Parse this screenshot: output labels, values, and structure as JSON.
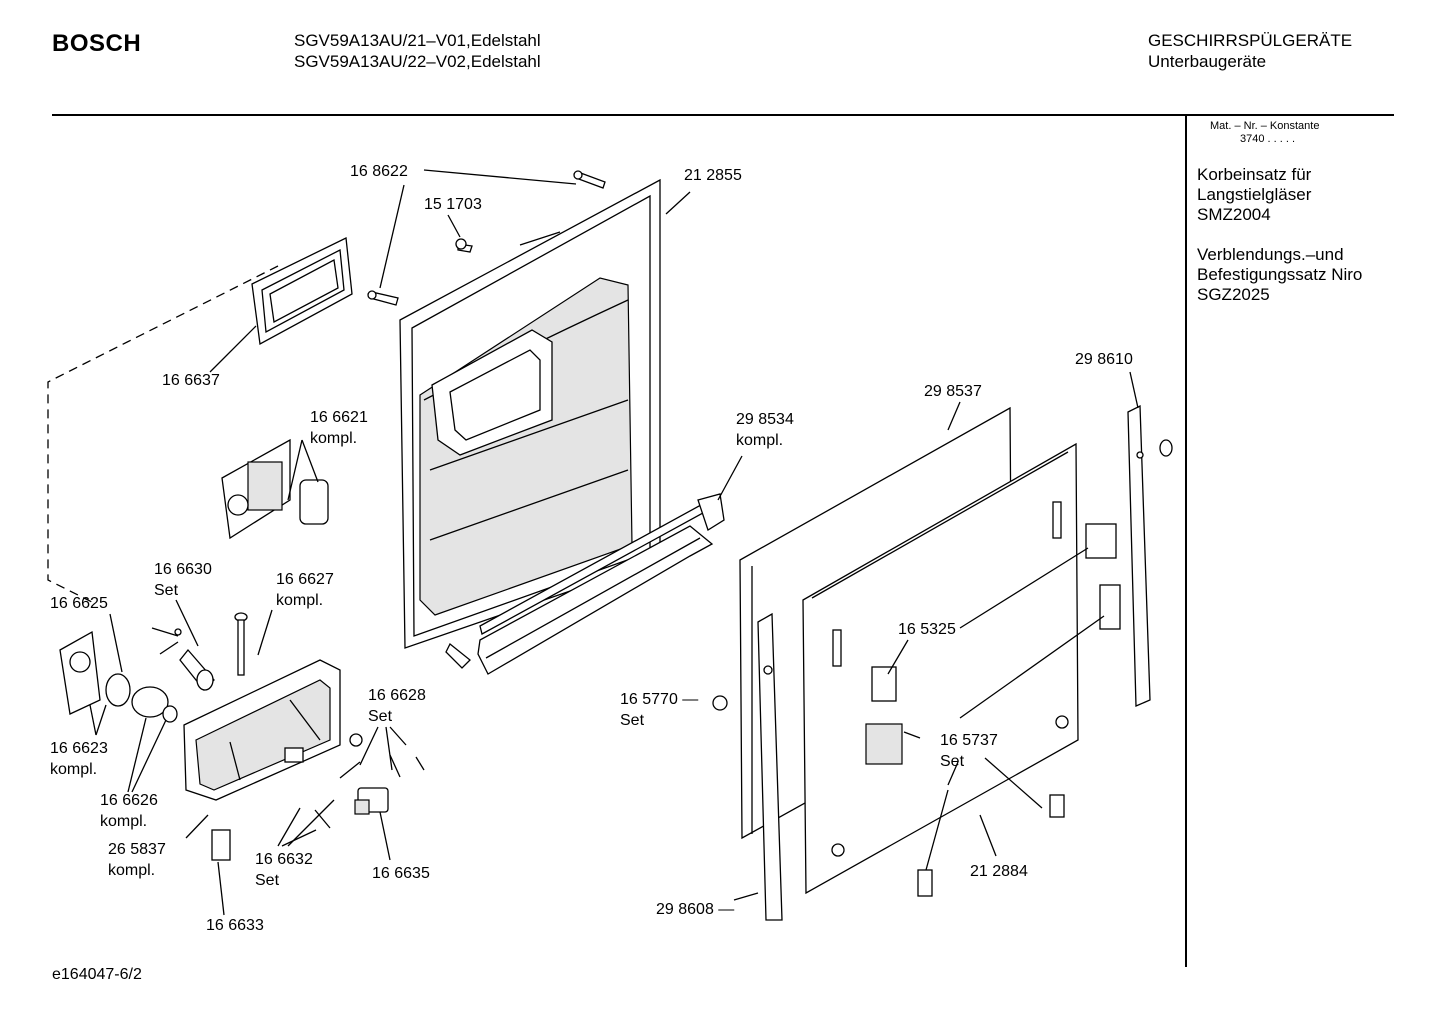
{
  "header": {
    "brand": "BOSCH",
    "model_line_1": "SGV59A13AU/21–V01,Edelstahl",
    "model_line_2": "SGV59A13AU/22–V02,Edelstahl",
    "category_line_1": "GESCHIRRSPÜLGERÄTE",
    "category_line_2": "Unterbaugeräte"
  },
  "sidebar": {
    "mat_label": "Mat. – Nr. – Konstante",
    "mat_value": "3740  .  .  .  .  .",
    "accessories": [
      {
        "line1": "Korbeinsatz für",
        "line2": "Langstielgläser",
        "line3": "SMZ2004"
      },
      {
        "line1": "Verblendungs.–und",
        "line2": "Befestigungssatz Niro",
        "line3": "SGZ2025"
      }
    ]
  },
  "parts": [
    {
      "id": "p-168622",
      "number": "16 8622",
      "note": ""
    },
    {
      "id": "p-151703",
      "number": "15 1703",
      "note": ""
    },
    {
      "id": "p-212855",
      "number": "21 2855",
      "note": ""
    },
    {
      "id": "p-166637",
      "number": "16 6637",
      "note": ""
    },
    {
      "id": "p-166621",
      "number": "16 6621",
      "note": "kompl."
    },
    {
      "id": "p-298534",
      "number": "29 8534",
      "note": "kompl."
    },
    {
      "id": "p-298537",
      "number": "29 8537",
      "note": ""
    },
    {
      "id": "p-298610",
      "number": "29 8610",
      "note": ""
    },
    {
      "id": "p-166630",
      "number": "16 6630",
      "note": "Set"
    },
    {
      "id": "p-166627",
      "number": "16 6627",
      "note": "kompl."
    },
    {
      "id": "p-166625",
      "number": "16 6625",
      "note": ""
    },
    {
      "id": "p-166628",
      "number": "16 6628",
      "note": "Set"
    },
    {
      "id": "p-166623",
      "number": "16 6623",
      "note": "kompl."
    },
    {
      "id": "p-166626",
      "number": "16 6626",
      "note": "kompl."
    },
    {
      "id": "p-265837",
      "number": "26 5837",
      "note": "kompl."
    },
    {
      "id": "p-166632",
      "number": "16 6632",
      "note": "Set"
    },
    {
      "id": "p-166635",
      "number": "16 6635",
      "note": ""
    },
    {
      "id": "p-166633",
      "number": "16 6633",
      "note": ""
    },
    {
      "id": "p-165325",
      "number": "16 5325",
      "note": ""
    },
    {
      "id": "p-165770",
      "number": "16 5770 —",
      "note": "Set"
    },
    {
      "id": "p-165737",
      "number": "16 5737",
      "note": "Set"
    },
    {
      "id": "p-212884",
      "number": "21 2884",
      "note": ""
    },
    {
      "id": "p-298608",
      "number": "29 8608 —",
      "note": ""
    }
  ],
  "footer": {
    "drawing_id": "e164047-6/2"
  }
}
